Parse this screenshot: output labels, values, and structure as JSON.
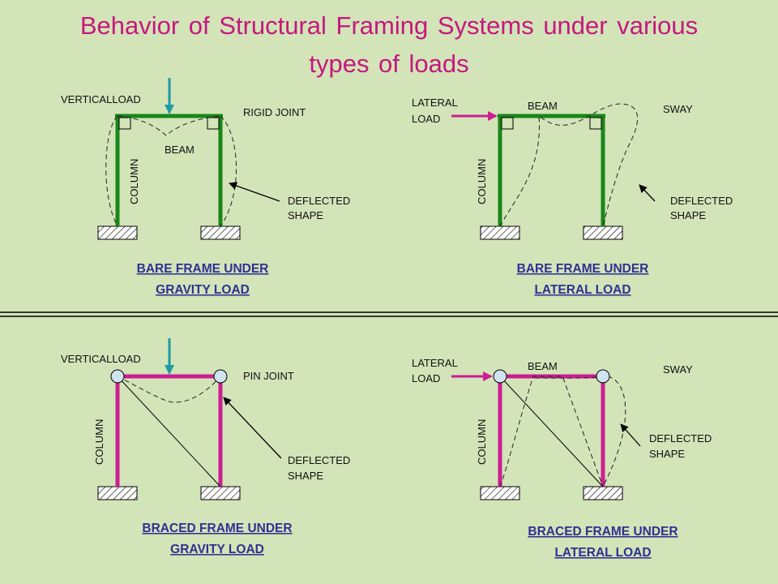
{
  "title": {
    "line1": "Behavior of Structural Framing Systems under various",
    "line2": "types of loads"
  },
  "colors": {
    "background": "#d3e4b8",
    "title": "#c6177f",
    "bare_frame": "#188718",
    "braced_frame": "#cc1e93",
    "load_arrow_vertical": "#1e9aa3",
    "load_arrow_lateral": "#cc1e93",
    "caption": "#2e3192",
    "pin_joint_fill": "#cfe3f1"
  },
  "panels": {
    "bare_gravity": {
      "load": "VERTICALLOAD",
      "joint": "RIGID JOINT",
      "beam": "BEAM",
      "column": "COLUMN",
      "deflected1": "DEFLECTED",
      "deflected2": "SHAPE",
      "caption1": "BARE FRAME UNDER",
      "caption2": "GRAVITY LOAD"
    },
    "bare_lateral": {
      "load1": "LATERAL",
      "load2": "LOAD",
      "beam": "BEAM",
      "sway": "SWAY",
      "column": "COLUMN",
      "deflected1": "DEFLECTED",
      "deflected2": "SHAPE",
      "caption1": "BARE FRAME UNDER",
      "caption2": "LATERAL LOAD"
    },
    "braced_gravity": {
      "load": "VERTICALLOAD",
      "joint": "PIN JOINT",
      "column": "COLUMN",
      "deflected1": "DEFLECTED",
      "deflected2": "SHAPE",
      "caption1": "BRACED FRAME UNDER",
      "caption2": "GRAVITY LOAD"
    },
    "braced_lateral": {
      "load1": "LATERAL",
      "load2": "LOAD",
      "beam": "BEAM",
      "sway": "SWAY",
      "column": "COLUMN",
      "deflected1": "DEFLECTED",
      "deflected2": "SHAPE",
      "caption1": "BRACED FRAME UNDER",
      "caption2": "LATERAL LOAD"
    }
  }
}
